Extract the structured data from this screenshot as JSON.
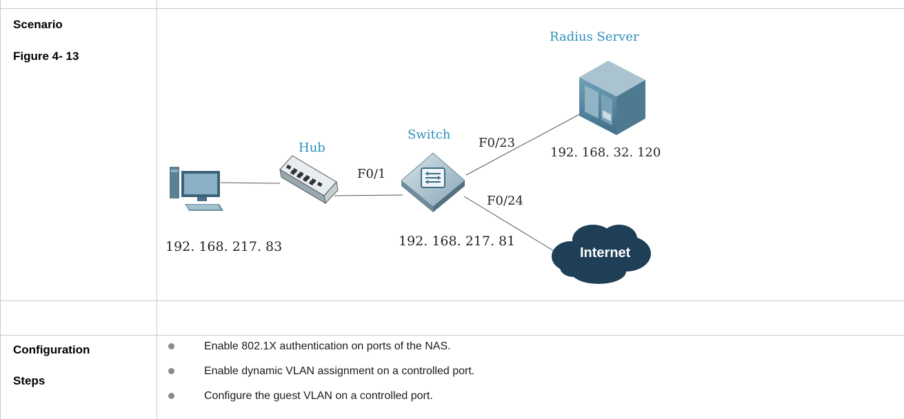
{
  "scenario": {
    "label": "Scenario",
    "figure_label": "Figure 4- 13"
  },
  "diagram": {
    "nodes": {
      "pc": {
        "ip": "192. 168. 217. 83"
      },
      "hub": {
        "label": "Hub"
      },
      "switch": {
        "label": "Switch",
        "ip": "192. 168. 217. 81"
      },
      "radius": {
        "label": "Radius Server",
        "ip": "192. 168. 32. 120"
      },
      "internet": {
        "label": "Internet"
      }
    },
    "ports": {
      "f01": "F0/1",
      "f023": "F0/23",
      "f024": "F0/24"
    },
    "colors": {
      "accent_label": "#2c8fb9",
      "device_blue": "#2f6a8a",
      "cloud": "#1f3f57"
    }
  },
  "configuration": {
    "label_line1": "Configuration",
    "label_line2": "Steps",
    "steps": [
      "Enable 802.1X authentication on ports of the NAS.",
      "Enable dynamic VLAN assignment on a controlled port.",
      "Configure the guest VLAN on a controlled port."
    ]
  }
}
